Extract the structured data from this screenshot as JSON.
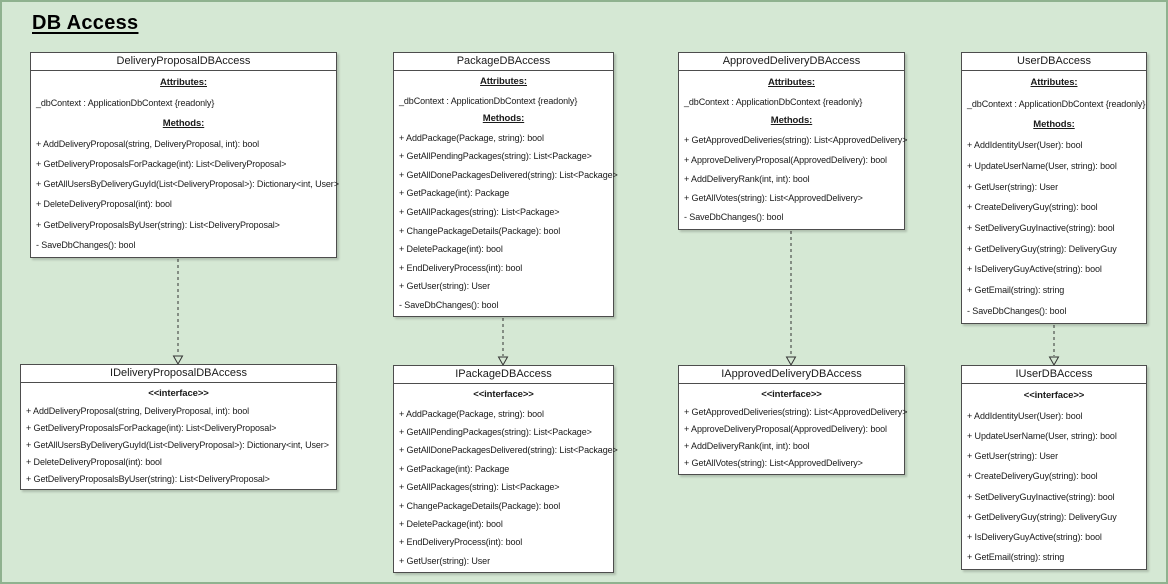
{
  "page": {
    "title": "DB Access"
  },
  "colors": {
    "canvas_bg": "#d5e8d4",
    "canvas_border": "#8fb28f",
    "box_bg": "#ffffff",
    "box_border": "#4d4d4d",
    "text": "#1a1a1a",
    "connector": "#333333"
  },
  "classes": [
    {
      "name": "DeliveryProposalDBAccess",
      "attributes_label": "Attributes:",
      "methods_label": "Methods:",
      "attributes": [
        "_dbContext : ApplicationDbContext {readonly}"
      ],
      "methods": [
        "+ AddDeliveryProposal(string, DeliveryProposal, int): bool",
        "+ GetDeliveryProposalsForPackage(int): List<DeliveryProposal>",
        "+ GetAllUsersByDeliveryGuyId(List<DeliveryProposal>): Dictionary<int, User>",
        "+ DeleteDeliveryProposal(int): bool",
        "+ GetDeliveryProposalsByUser(string): List<DeliveryProposal>",
        "- SaveDbChanges(): bool"
      ]
    },
    {
      "name": "PackageDBAccess",
      "attributes_label": "Attributes:",
      "methods_label": "Methods:",
      "attributes": [
        "_dbContext : ApplicationDbContext {readonly}"
      ],
      "methods": [
        "+ AddPackage(Package, string): bool",
        "+ GetAllPendingPackages(string): List<Package>",
        "+ GetAllDonePackagesDelivered(string): List<Package>",
        "+ GetPackage(int): Package",
        "+ GetAllPackages(string): List<Package>",
        "+ ChangePackageDetails(Package): bool",
        "+ DeletePackage(int): bool",
        "+ EndDeliveryProcess(int): bool",
        "+ GetUser(string): User",
        "- SaveDbChanges(): bool"
      ]
    },
    {
      "name": "ApprovedDeliveryDBAccess",
      "attributes_label": "Attributes:",
      "methods_label": "Methods:",
      "attributes": [
        "_dbContext : ApplicationDbContext {readonly}"
      ],
      "methods": [
        "+ GetApprovedDeliveries(string): List<ApprovedDelivery>",
        "+ ApproveDeliveryProposal(ApprovedDelivery): bool",
        "+ AddDeliveryRank(int, int): bool",
        "+ GetAllVotes(string): List<ApprovedDelivery>",
        "- SaveDbChanges(): bool"
      ]
    },
    {
      "name": "UserDBAccess",
      "attributes_label": "Attributes:",
      "methods_label": "Methods:",
      "attributes": [
        "_dbContext : ApplicationDbContext {readonly}"
      ],
      "methods": [
        "+ AddIdentityUser(User): bool",
        "+ UpdateUserName(User, string): bool",
        "+ GetUser(string): User",
        "+ CreateDeliveryGuy(string): bool",
        "+ SetDeliveryGuyInactive(string): bool",
        "+ GetDeliveryGuy(string): DeliveryGuy",
        "+ IsDeliveryGuyActive(string): bool",
        "+ GetEmail(string): string",
        "- SaveDbChanges(): bool"
      ]
    }
  ],
  "interfaces": [
    {
      "name": "IDeliveryProposalDBAccess",
      "stereotype": "<<interface>>",
      "methods": [
        "+ AddDeliveryProposal(string, DeliveryProposal, int): bool",
        "+ GetDeliveryProposalsForPackage(int): List<DeliveryProposal>",
        "+ GetAllUsersByDeliveryGuyId(List<DeliveryProposal>): Dictionary<int, User>",
        "+ DeleteDeliveryProposal(int): bool",
        "+ GetDeliveryProposalsByUser(string): List<DeliveryProposal>"
      ]
    },
    {
      "name": "IPackageDBAccess",
      "stereotype": "<<interface>>",
      "methods": [
        "+ AddPackage(Package, string): bool",
        "+ GetAllPendingPackages(string): List<Package>",
        "+ GetAllDonePackagesDelivered(string): List<Package>",
        "+ GetPackage(int): Package",
        "+ GetAllPackages(string): List<Package>",
        "+ ChangePackageDetails(Package): bool",
        "+ DeletePackage(int): bool",
        "+ EndDeliveryProcess(int): bool",
        "+ GetUser(string): User"
      ]
    },
    {
      "name": "IApprovedDeliveryDBAccess",
      "stereotype": "<<interface>>",
      "methods": [
        "+ GetApprovedDeliveries(string): List<ApprovedDelivery>",
        "+ ApproveDeliveryProposal(ApprovedDelivery): bool",
        "+ AddDeliveryRank(int, int): bool",
        "+ GetAllVotes(string): List<ApprovedDelivery>"
      ]
    },
    {
      "name": "IUserDBAccess",
      "stereotype": "<<interface>>",
      "methods": [
        "+ AddIdentityUser(User): bool",
        "+ UpdateUserName(User, string): bool",
        "+ GetUser(string): User",
        "+ CreateDeliveryGuy(string): bool",
        "+ SetDeliveryGuyInactive(string): bool",
        "+ GetDeliveryGuy(string): DeliveryGuy",
        "+ IsDeliveryGuyActive(string): bool",
        "+ GetEmail(string): string"
      ]
    }
  ]
}
